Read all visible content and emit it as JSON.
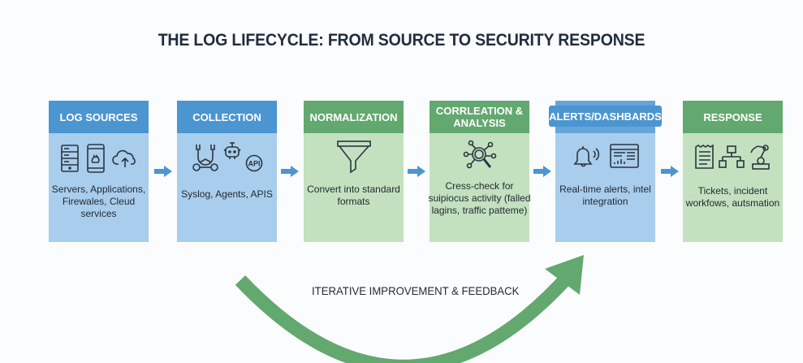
{
  "title": "THE LOG LIFECYCLE: FROM SOURCE TO SECURITY RESPONSE",
  "colors": {
    "blue_header": "#4b95d0",
    "blue_body": "#a9cdec",
    "green_header": "#62a86f",
    "green_body": "#c3e1bf",
    "flow_arrow": "#4b95d0",
    "feedback_arrow": "#62a86f"
  },
  "stages": [
    {
      "title": "LOG SOURCES",
      "icons": [
        "server-icon",
        "mobile-app-icon",
        "cloud-upload-icon"
      ],
      "description": "Servers, Applications, Firewales, Cleud services"
    },
    {
      "title": "COLLECTION",
      "icons": [
        "collector-hub-icon",
        "agent-robot-icon",
        "api-icon"
      ],
      "api_badge": "API",
      "description": "Syslog, Agents, APIS"
    },
    {
      "title": "NORMALIZATION",
      "icons": [
        "funnel-icon"
      ],
      "description": "Convert into standard formats"
    },
    {
      "title": "CORRLEATION & ANALYSIS",
      "icons": [
        "network-search-icon"
      ],
      "description": "Cress-check for suipiocus activity (falled lagins, traffic patteme)"
    },
    {
      "title": "ALERTS/DASHBARDS",
      "icons": [
        "bell-alert-icon",
        "dashboard-icon"
      ],
      "description": "Real-time alerts, intel integration"
    },
    {
      "title": "RESPONSE",
      "icons": [
        "ticket-icon",
        "workflow-icon",
        "robot-arm-icon"
      ],
      "description": "Tickets, incident workfows, autsmation"
    }
  ],
  "feedback_label": "ITERATIVE IMPROVEMENT & FEEDBACK"
}
